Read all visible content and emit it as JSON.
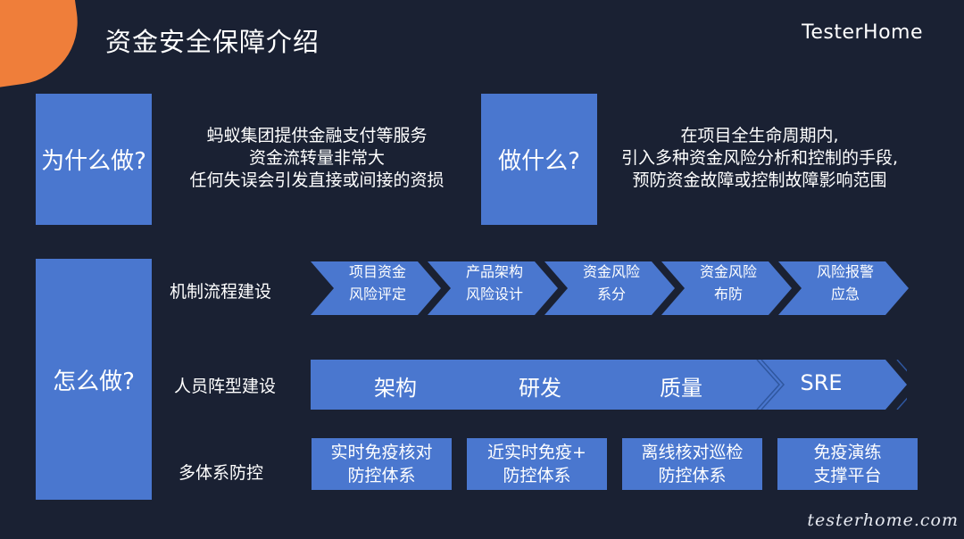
{
  "slide": {
    "title": "资金安全保障介绍",
    "brand": "TesterHome",
    "watermark": "testerhome.com"
  },
  "why": {
    "label": "为什么做?",
    "lines": [
      "蚂蚁集团提供金融支付等服务",
      "资金流转量非常大",
      "任何失误会引发直接或间接的资损"
    ]
  },
  "what": {
    "label": "做什么?",
    "lines": [
      "在项目全生命周期内,",
      "引入多种资金风险分析和控制的手段,",
      "预防资金故障或控制故障影响范围"
    ]
  },
  "how": {
    "label": "怎么做?",
    "rows": {
      "mechanism": {
        "label": "机制流程建设",
        "steps": [
          [
            "项目资金",
            "风险评定"
          ],
          [
            "产品架构",
            "风险设计"
          ],
          [
            "资金风险",
            "系分"
          ],
          [
            "资金风险",
            "布防"
          ],
          [
            "风险报警",
            "应急"
          ]
        ]
      },
      "team": {
        "label": "人员阵型建设",
        "roles": [
          "架构",
          "研发",
          "质量",
          "SRE"
        ]
      },
      "defense": {
        "label": "多体系防控",
        "systems": [
          [
            "实时免疫核对",
            "防控体系"
          ],
          [
            "近实时免疫+",
            "防控体系"
          ],
          [
            "离线核对巡检",
            "防控体系"
          ],
          [
            "免疫演练",
            "支撑平台"
          ]
        ]
      }
    }
  },
  "colors": {
    "background": "#1a2133",
    "box": "#4a77cf",
    "accent_corner": "#ef7e3a",
    "band_dark": "#3a64b4"
  }
}
